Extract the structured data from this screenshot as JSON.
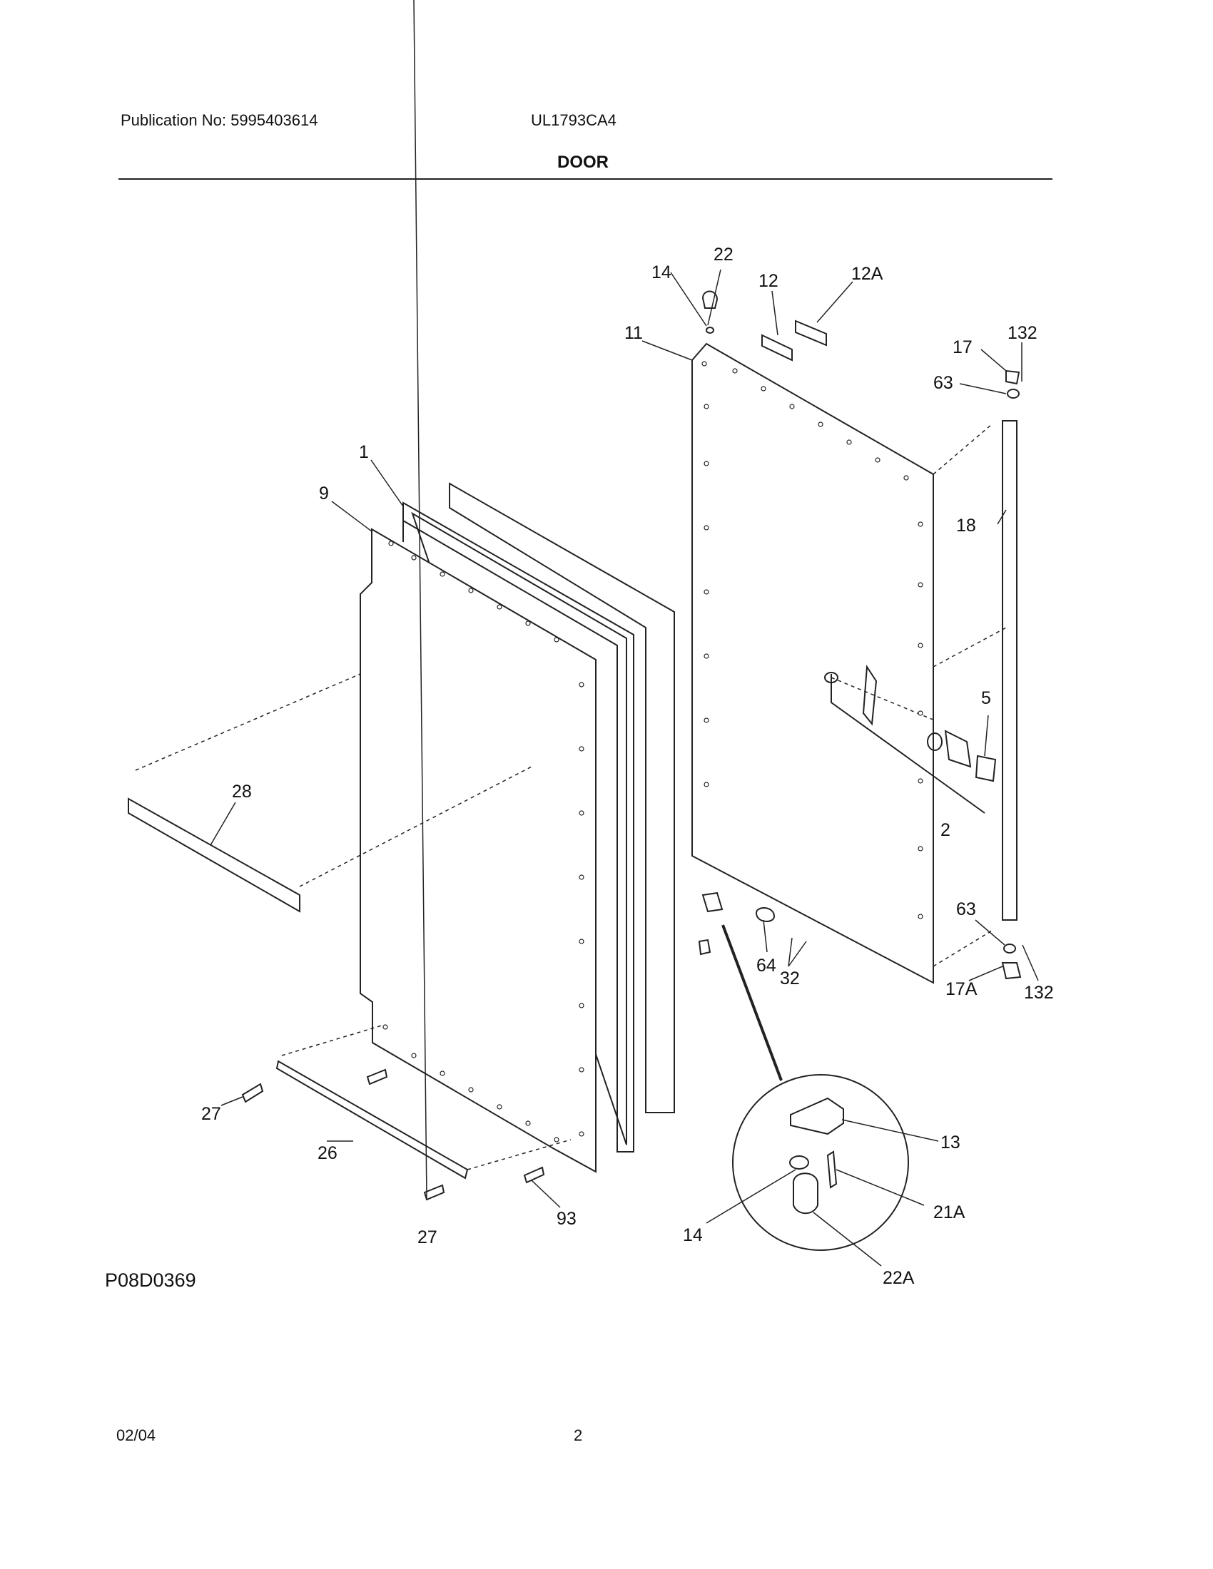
{
  "header": {
    "publication": "Publication No: 5995403614",
    "model": "UL1793CA4",
    "section_title": "DOOR"
  },
  "diagram": {
    "part_labels": [
      "22",
      "14",
      "12",
      "12A",
      "11",
      "17",
      "132",
      "63",
      "1",
      "9",
      "18",
      "5",
      "28",
      "2",
      "63",
      "17A",
      "132",
      "64",
      "32",
      "27",
      "26",
      "13",
      "21A",
      "14",
      "93",
      "27",
      "22A"
    ]
  },
  "footer": {
    "diagram_code": "P08D0369",
    "date": "02/04",
    "page_number": "2"
  }
}
